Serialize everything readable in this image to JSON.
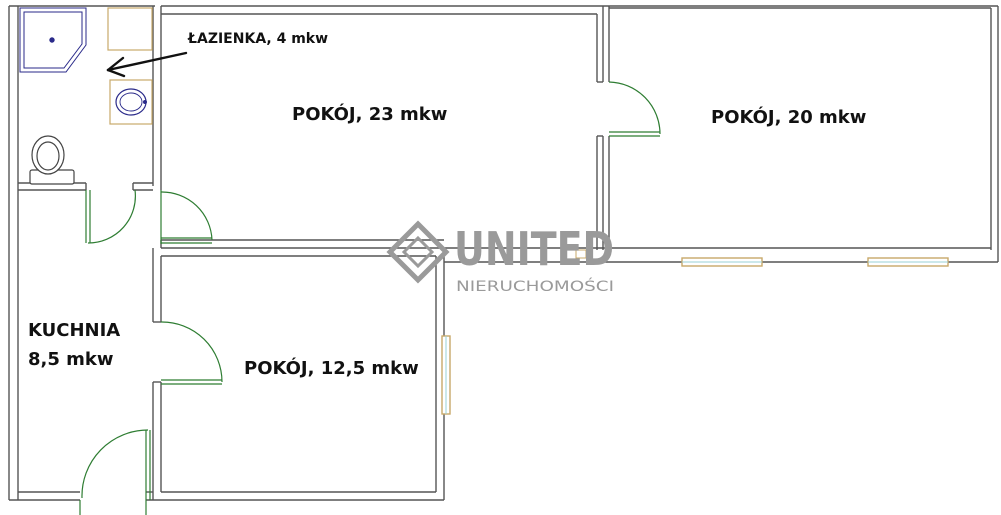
{
  "rooms": {
    "bathroom": "ŁAZIENKA, 4 mkw",
    "room_23": "POKÓJ, 23 mkw",
    "room_20": "POKÓJ, 20 mkw",
    "kitchen_line1": "KUCHNIA",
    "kitchen_line2": "8,5 mkw",
    "room_12_5": "POKÓJ, 12,5 mkw"
  },
  "watermark": {
    "brand": "UNITED",
    "subtitle": "NIERUCHOMOŚCI"
  },
  "colors": {
    "wall": "#555555",
    "door": "#2e7d32",
    "window": "#c8a96a",
    "window_glass": "#9ad0d6",
    "fixture": "#2a2a8a",
    "watermark": "#9a9a9a"
  }
}
